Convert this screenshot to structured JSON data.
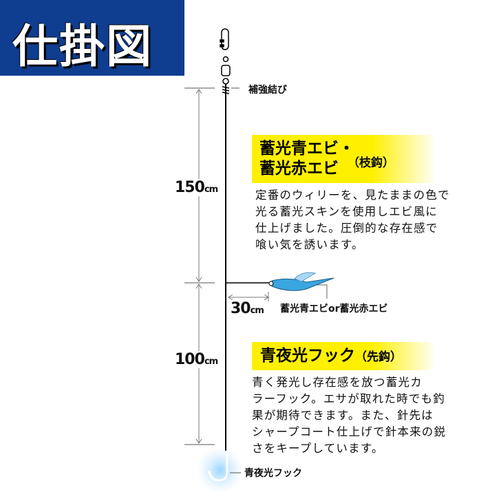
{
  "title": "仕掛図",
  "labels": {
    "knot": "補強結び",
    "lure": "蓄光青エビor蓄光赤エビ",
    "hook": "青夜光フック"
  },
  "dimensions": {
    "upper": {
      "value": "150",
      "unit": "cm"
    },
    "lower": {
      "value": "100",
      "unit": "cm"
    },
    "branch": {
      "value": "30",
      "unit": "cm"
    }
  },
  "section1": {
    "title_lines": [
      "蓄光青エビ・",
      "蓄光赤エビ"
    ],
    "note": "（枝鈎）",
    "description_lines": [
      "定番のウィリーを、見たままの色で",
      "光る蓄光スキンを使用しエビ風に",
      "仕上げました。圧倒的な存在感で",
      "喰い気を誘います。"
    ]
  },
  "section2": {
    "title": "青夜光フック",
    "note": "（先鈎）",
    "description_lines": [
      "青く発光し存在感を放つ蓄光カ",
      "ラーフック。エサが取れた時でも釣",
      "果が期待できます。また、針先は",
      "シャープコート仕上げで針本来の鋭",
      "さをキープしています。"
    ]
  },
  "colors": {
    "title_bg": "#0f3d8f",
    "highlight": "#fff000",
    "lure": "#3aa6e0"
  }
}
